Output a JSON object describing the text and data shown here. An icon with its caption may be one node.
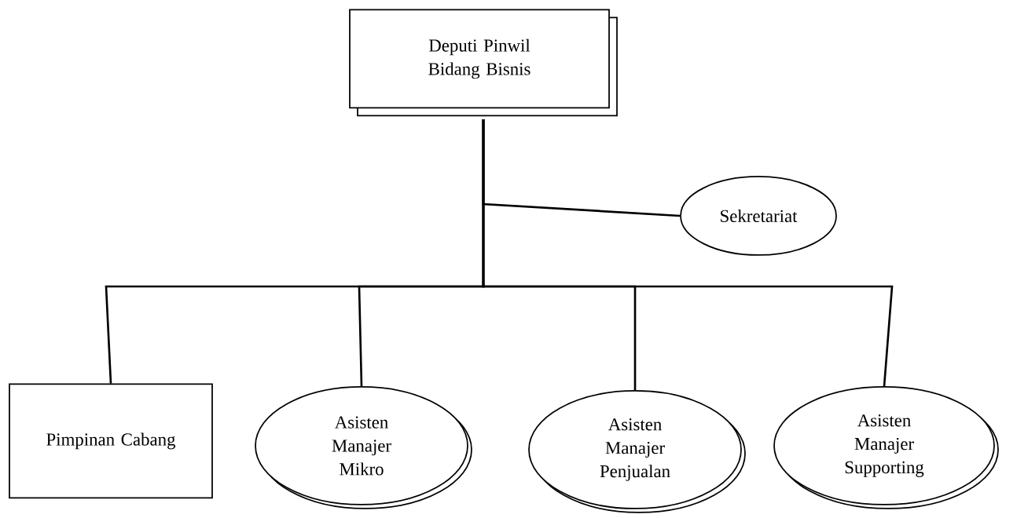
{
  "diagram": {
    "nodes": [
      {
        "text": [
          "Deputi Pinwil Bidang Bisnis"
        ]
      },
      {
        "text": [
          "Sekretariat"
        ]
      },
      {
        "text": [
          "Pimpinan Cabang"
        ]
      },
      {
        "text": [
          "Asisten Manajer Mikro"
        ]
      },
      {
        "text": [
          "Asisten Manajer Penjualan"
        ]
      },
      {
        "text": [
          "Asisten Manajer Supporting"
        ]
      }
    ],
    "edges": [
      {
        "from": 0,
        "to": 1,
        "arrow": "none"
      },
      {
        "from": 0,
        "to": 2,
        "arrow": "none"
      },
      {
        "from": 0,
        "to": 3,
        "arrow": "none"
      },
      {
        "from": 0,
        "to": 4,
        "arrow": "none"
      },
      {
        "from": 0,
        "to": 5,
        "arrow": "none"
      }
    ]
  }
}
